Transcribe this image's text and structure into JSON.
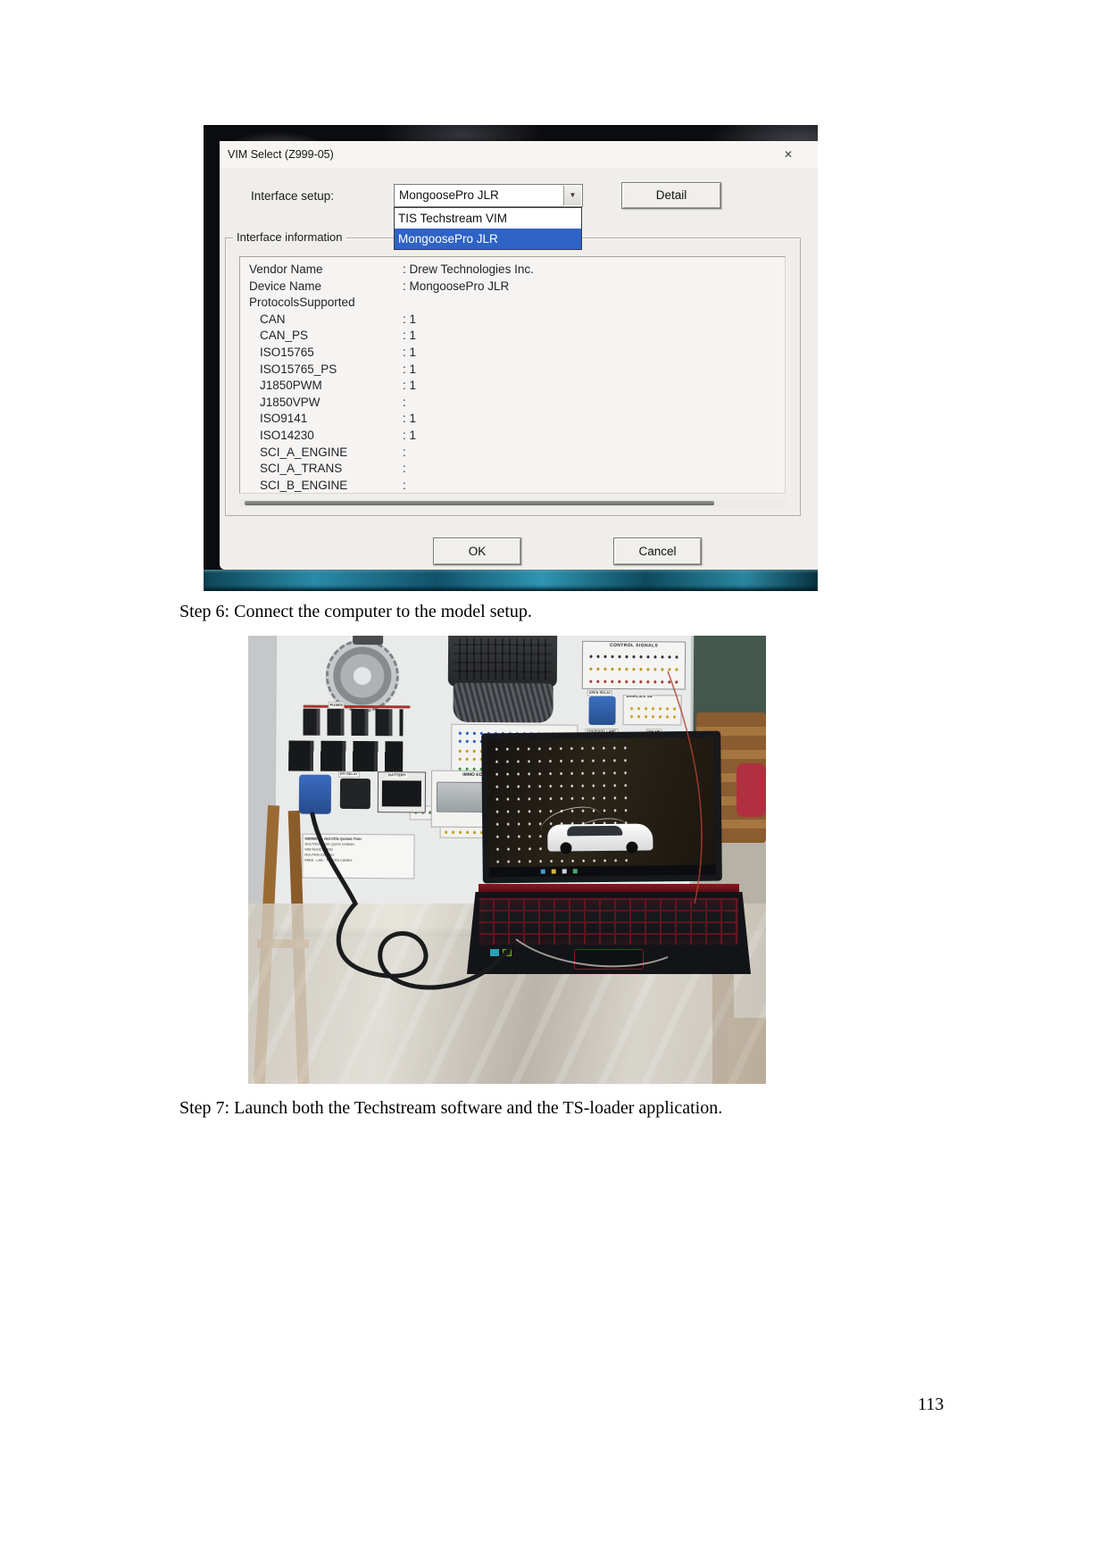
{
  "page": {
    "number": "113"
  },
  "captions": {
    "step6": "Step 6: Connect the computer to the model setup.",
    "step7": "Step 7: Launch both the Techstream software and the TS-loader application."
  },
  "dialog": {
    "title": "VIM Select (Z999-05)",
    "close_glyph": "✕",
    "interface_setup_label": "Interface setup:",
    "combobox": {
      "value": "MongoosePro JLR",
      "arrow_glyph": "▼"
    },
    "detail_button": "Detail",
    "dropdown_options": [
      {
        "label": "TIS Techstream VIM"
      },
      {
        "label": "MongoosePro JLR"
      }
    ],
    "selected_option": "MongoosePro JLR",
    "group_label": "Interface information",
    "info_rows": [
      {
        "label": "Vendor Name",
        "value": ": Drew Technologies Inc."
      },
      {
        "label": "Device Name",
        "value": ": MongoosePro JLR"
      },
      {
        "label": "ProtocolsSupported",
        "value": ""
      },
      {
        "label": "CAN",
        "value": ": 1"
      },
      {
        "label": "CAN_PS",
        "value": ": 1"
      },
      {
        "label": "ISO15765",
        "value": ": 1"
      },
      {
        "label": "ISO15765_PS",
        "value": ": 1"
      },
      {
        "label": "J1850PWM",
        "value": ": 1"
      },
      {
        "label": "J1850VPW",
        "value": ":"
      },
      {
        "label": "ISO9141",
        "value": ": 1"
      },
      {
        "label": "ISO14230",
        "value": ": 1"
      },
      {
        "label": "SCI_A_ENGINE",
        "value": ":"
      },
      {
        "label": "SCI_A_TRANS",
        "value": ":"
      },
      {
        "label": "SCI_B_ENGINE",
        "value": ":"
      }
    ],
    "ok_button": "OK",
    "cancel_button": "Cancel",
    "colors": {
      "selection_blue": "#2e63c5",
      "desktop_teal": "#1d7b99",
      "dialog_bg": "#f0eeeb"
    }
  },
  "photo": {
    "board_labels": {
      "control_signals": "CONTROL SIGNALS",
      "fuses": "FUSES",
      "open_relay": "OPEN RELAY",
      "doorlock_sw": "DOORLOCK SW",
      "charging_lamp": "CHARGING LAMP",
      "ign_sw": "IGN SW",
      "efi_relay": "EFI RELAY",
      "battery": "BATTERY",
      "immo_ecu": "IMMO ECU",
      "credits": {
        "line1": "MEMBERS: NGUYEN QUANG THAI",
        "line2": "NGUYEN DANG QUOC KHANH",
        "line3": "KIM NGOC HUNG",
        "line4": "NGUYEN GIA BAO",
        "line5": "FAEE - LAB - TOYOTA CAMRY"
      }
    }
  }
}
